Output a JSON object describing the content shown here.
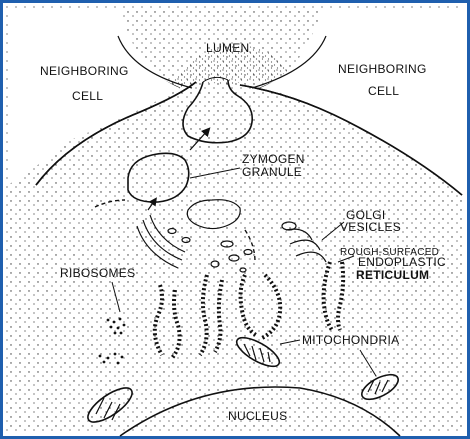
{
  "figure": {
    "colors": {
      "frame": "#1f5fae",
      "ink": "#111111",
      "paper": "#ffffff"
    },
    "labels": {
      "lumen": "LUMEN",
      "neighboring_left_1": "NEIGHBORING",
      "neighboring_left_2": "CELL",
      "neighboring_right_1": "NEIGHBORING",
      "neighboring_right_2": "CELL",
      "zymogen_1": "ZYMOGEN",
      "zymogen_2": "GRANULE",
      "golgi_1": "GOLGI",
      "golgi_2": "VESICLES",
      "rer_1": "ROUGH-SURFACED",
      "rer_2": "ENDOPLASTIC",
      "rer_3": "RETICULUM",
      "ribosomes": "RIBOSOMES",
      "mitochondria": "MITOCHONDRIA",
      "nucleus": "NUCLEUS"
    }
  }
}
